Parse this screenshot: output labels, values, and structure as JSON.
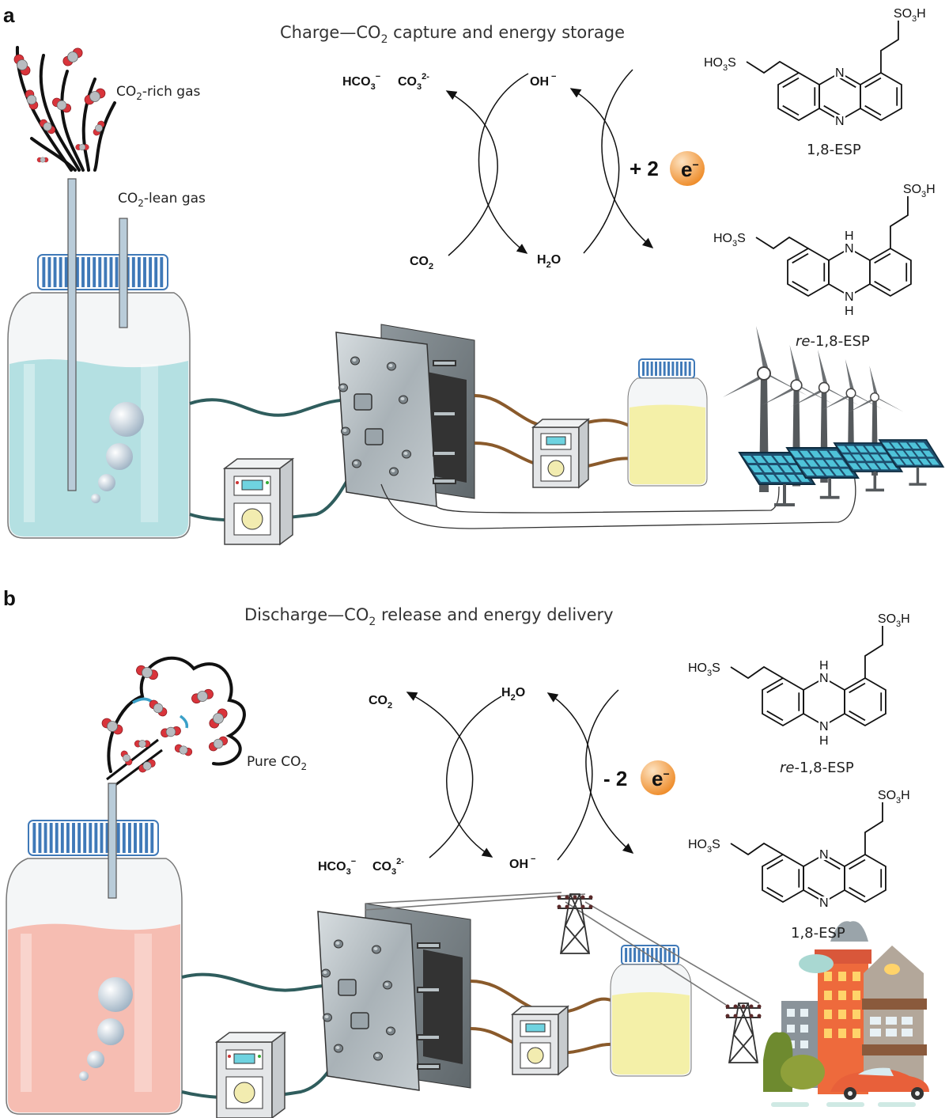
{
  "panel_a": {
    "letter": "a",
    "title_main": "Charge—CO",
    "title_sub": "2",
    "title_rest": " capture and energy storage",
    "gas_rich_main": "CO",
    "gas_rich_sub": "2",
    "gas_rich_rest": "-rich gas",
    "gas_lean_main": "CO",
    "gas_lean_sub": "2",
    "gas_lean_rest": "-lean gas",
    "hco3_main": "HCO",
    "hco3_sub": "3",
    "hco3_sup": "−",
    "co3_main": "CO",
    "co3_sub": "3",
    "co3_sup": "2-",
    "oh_main": "OH",
    "oh_sup": "−",
    "co2_main": "CO",
    "co2_sub": "2",
    "h2o_main": "H",
    "h2o_sub": "2",
    "h2o_rest": "O",
    "electron_text": "+ 2",
    "electron_symbol": "e",
    "electron_charge": "−",
    "molecule_top_name": "1,8-ESP",
    "molecule_bottom_prefix": "re",
    "molecule_bottom_name": "-1,8-ESP"
  },
  "panel_b": {
    "letter": "b",
    "title_main": "Discharge—CO",
    "title_sub": "2",
    "title_rest": " release and energy delivery",
    "pure_co2_main": "Pure CO",
    "pure_co2_sub": "2",
    "co2_main": "CO",
    "co2_sub": "2",
    "h2o_main": "H",
    "h2o_sub": "2",
    "h2o_rest": "O",
    "hco3_main": "HCO",
    "hco3_sub": "3",
    "hco3_sup": "−",
    "co3_main": "CO",
    "co3_sub": "3",
    "co3_sup": "2-",
    "oh_main": "OH",
    "oh_sup": "−",
    "electron_text": "- 2",
    "electron_symbol": "e",
    "electron_charge": "−",
    "molecule_top_prefix": "re",
    "molecule_top_name": "-1,8-ESP",
    "molecule_bottom_name": "1,8-ESP"
  },
  "atoms": {
    "so3h_main": "SO",
    "so3h_sub": "3",
    "so3h_rest": "H",
    "ho3s_main": "HO",
    "ho3s_sub": "3",
    "ho3s_rest": "S",
    "n": "N",
    "h": "H"
  },
  "colors": {
    "capture_solution": "#b4e0e2",
    "release_solution": "#f6bdb2",
    "electrolyte": "#f4f0a8",
    "cap_blue": "#3f79b8",
    "electron_orange": "#f49a3c",
    "tube_green": "#2f5d5d",
    "tube_brown": "#8a5a2b",
    "cell_steel": "#9aa4aa",
    "solar_blue": "#2f6c8f",
    "building_orange": "#ee6a3c"
  }
}
